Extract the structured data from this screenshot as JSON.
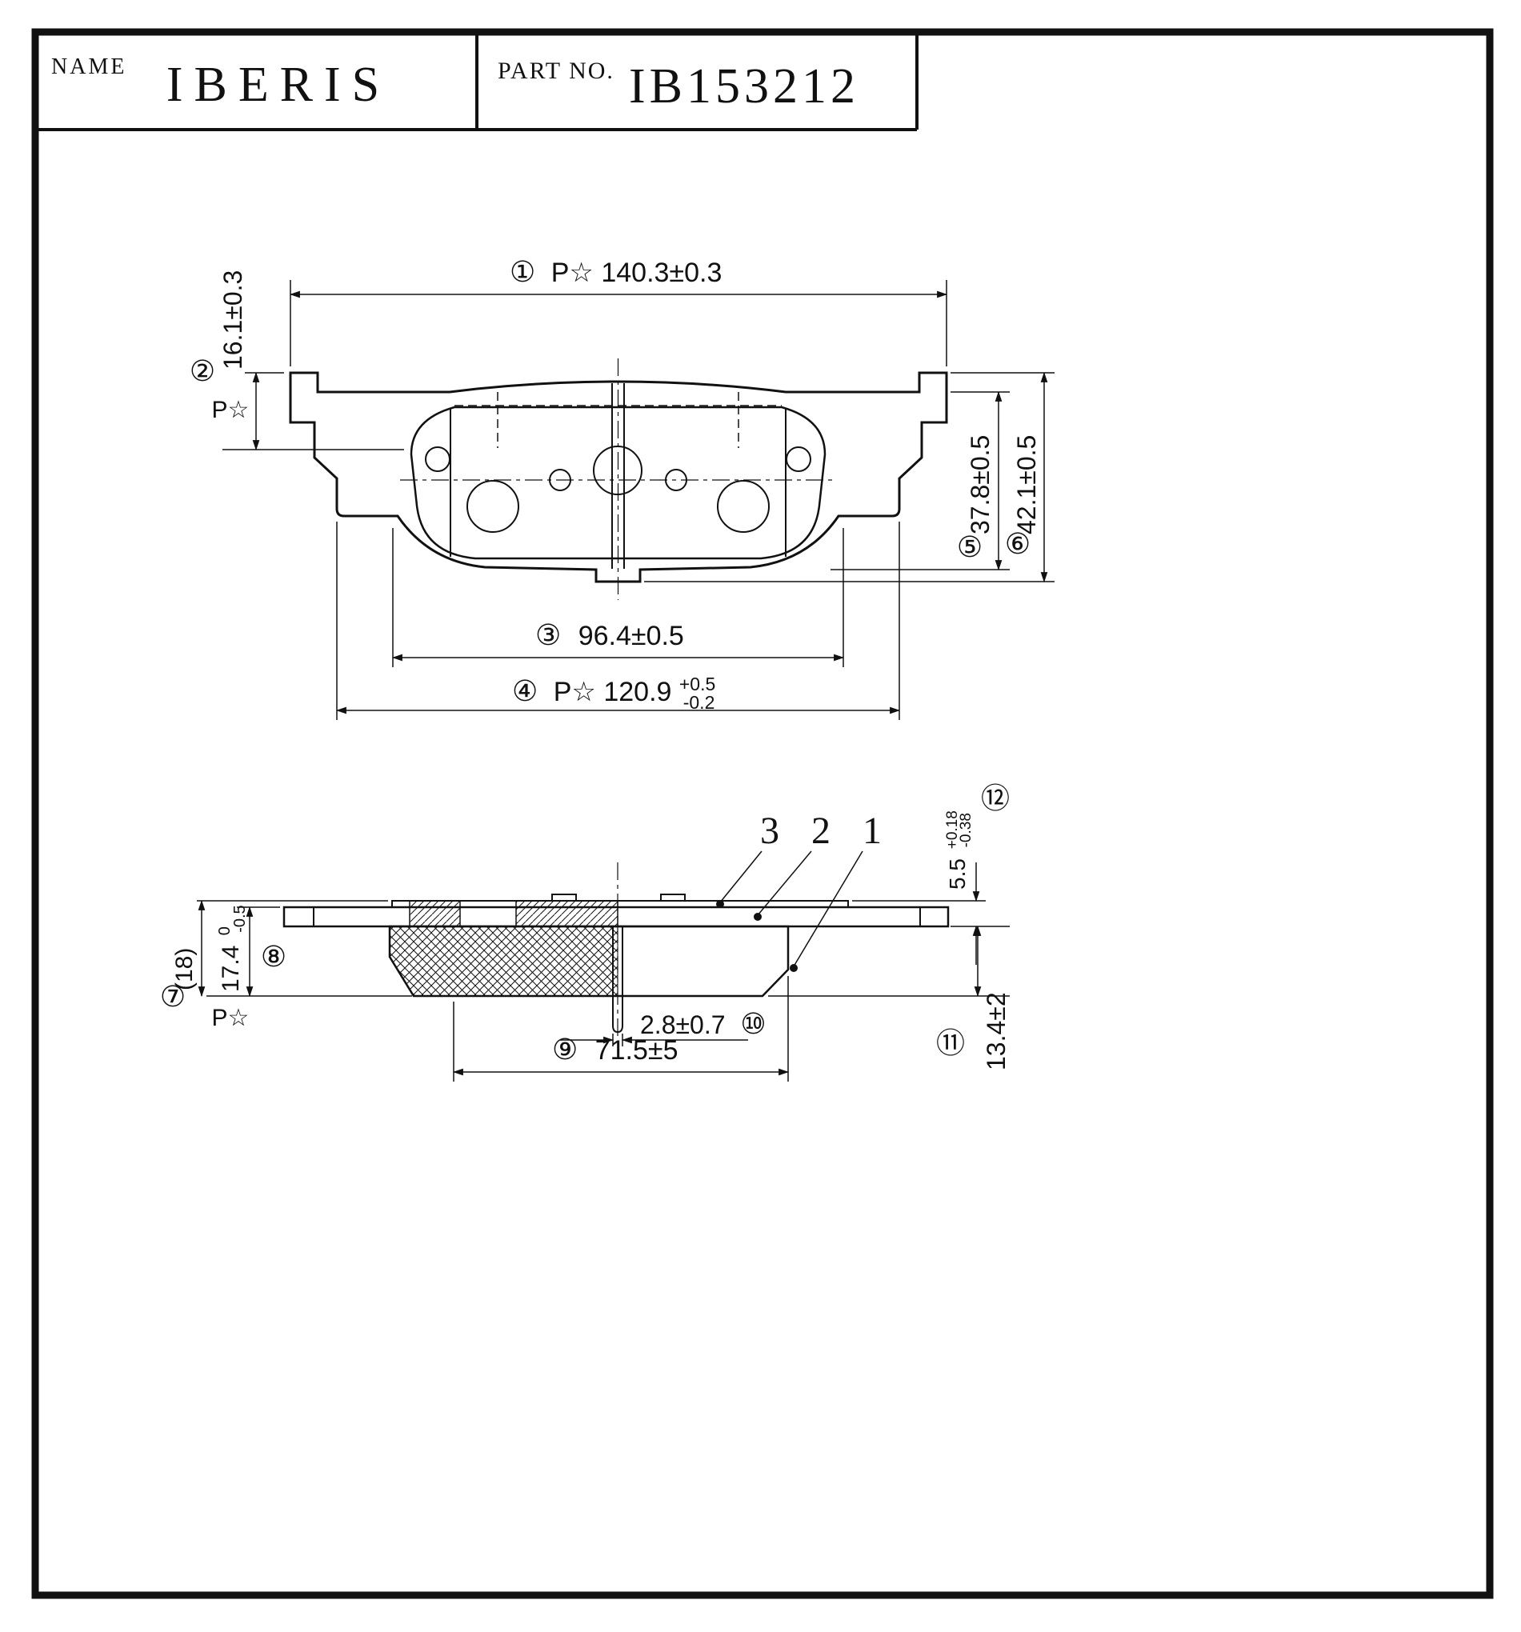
{
  "title_block": {
    "name_label": "NAME",
    "name_value": "IBERIS",
    "part_label": "PART NO.",
    "part_value": "IB153212"
  },
  "layers": {
    "l3": "3",
    "l2": "2",
    "l1": "1"
  },
  "dims": {
    "d1": {
      "badge": "①",
      "text": "P☆ 140.3±0.3"
    },
    "d2": {
      "badge": "②",
      "value": "16.1±0.3",
      "datum": "P☆"
    },
    "d3": {
      "badge": "③",
      "text": "96.4±0.5"
    },
    "d4": {
      "badge": "④",
      "text": "P☆ 120.9",
      "sup": "+0.5",
      "sub": "-0.2"
    },
    "d5": {
      "badge": "⑤",
      "value": "37.8±0.5"
    },
    "d6": {
      "badge": "⑥",
      "value": "42.1±0.5"
    },
    "d7": {
      "badge": "⑦",
      "datum": "P☆"
    },
    "d8": {
      "badge": "⑧",
      "value": "17.4",
      "sup": "0",
      "sub": "-0.5",
      "aux": "(18)"
    },
    "d9": {
      "badge": "⑨",
      "text": "71.5±5"
    },
    "d10": {
      "badge": "⑩",
      "value": "2.8±0.7"
    },
    "d11": {
      "badge": "⑪",
      "value": "13.4±2"
    },
    "d12": {
      "badge": "⑫",
      "value": "5.5",
      "sup": "+0.18",
      "sub": "-0.38"
    }
  }
}
